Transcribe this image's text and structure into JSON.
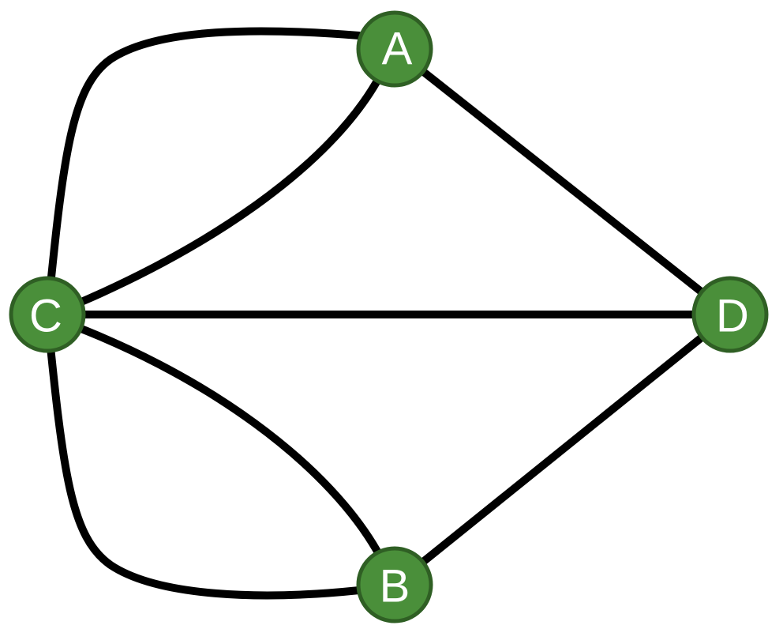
{
  "colors": {
    "node_fill": "#4a8f3a",
    "node_stroke": "#2f5f24",
    "edge": "#000000",
    "label": "#ffffff",
    "background": "#ffffff"
  },
  "nodes": [
    {
      "id": "A",
      "label": "A"
    },
    {
      "id": "B",
      "label": "B"
    },
    {
      "id": "C",
      "label": "C"
    },
    {
      "id": "D",
      "label": "D"
    }
  ],
  "edges": [
    {
      "from": "A",
      "to": "C",
      "kind": "outer-arc"
    },
    {
      "from": "A",
      "to": "C",
      "kind": "inner-arc"
    },
    {
      "from": "A",
      "to": "D",
      "kind": "straight"
    },
    {
      "from": "C",
      "to": "D",
      "kind": "straight"
    },
    {
      "from": "C",
      "to": "B",
      "kind": "inner-arc"
    },
    {
      "from": "C",
      "to": "B",
      "kind": "outer-arc"
    },
    {
      "from": "B",
      "to": "D",
      "kind": "straight"
    }
  ]
}
